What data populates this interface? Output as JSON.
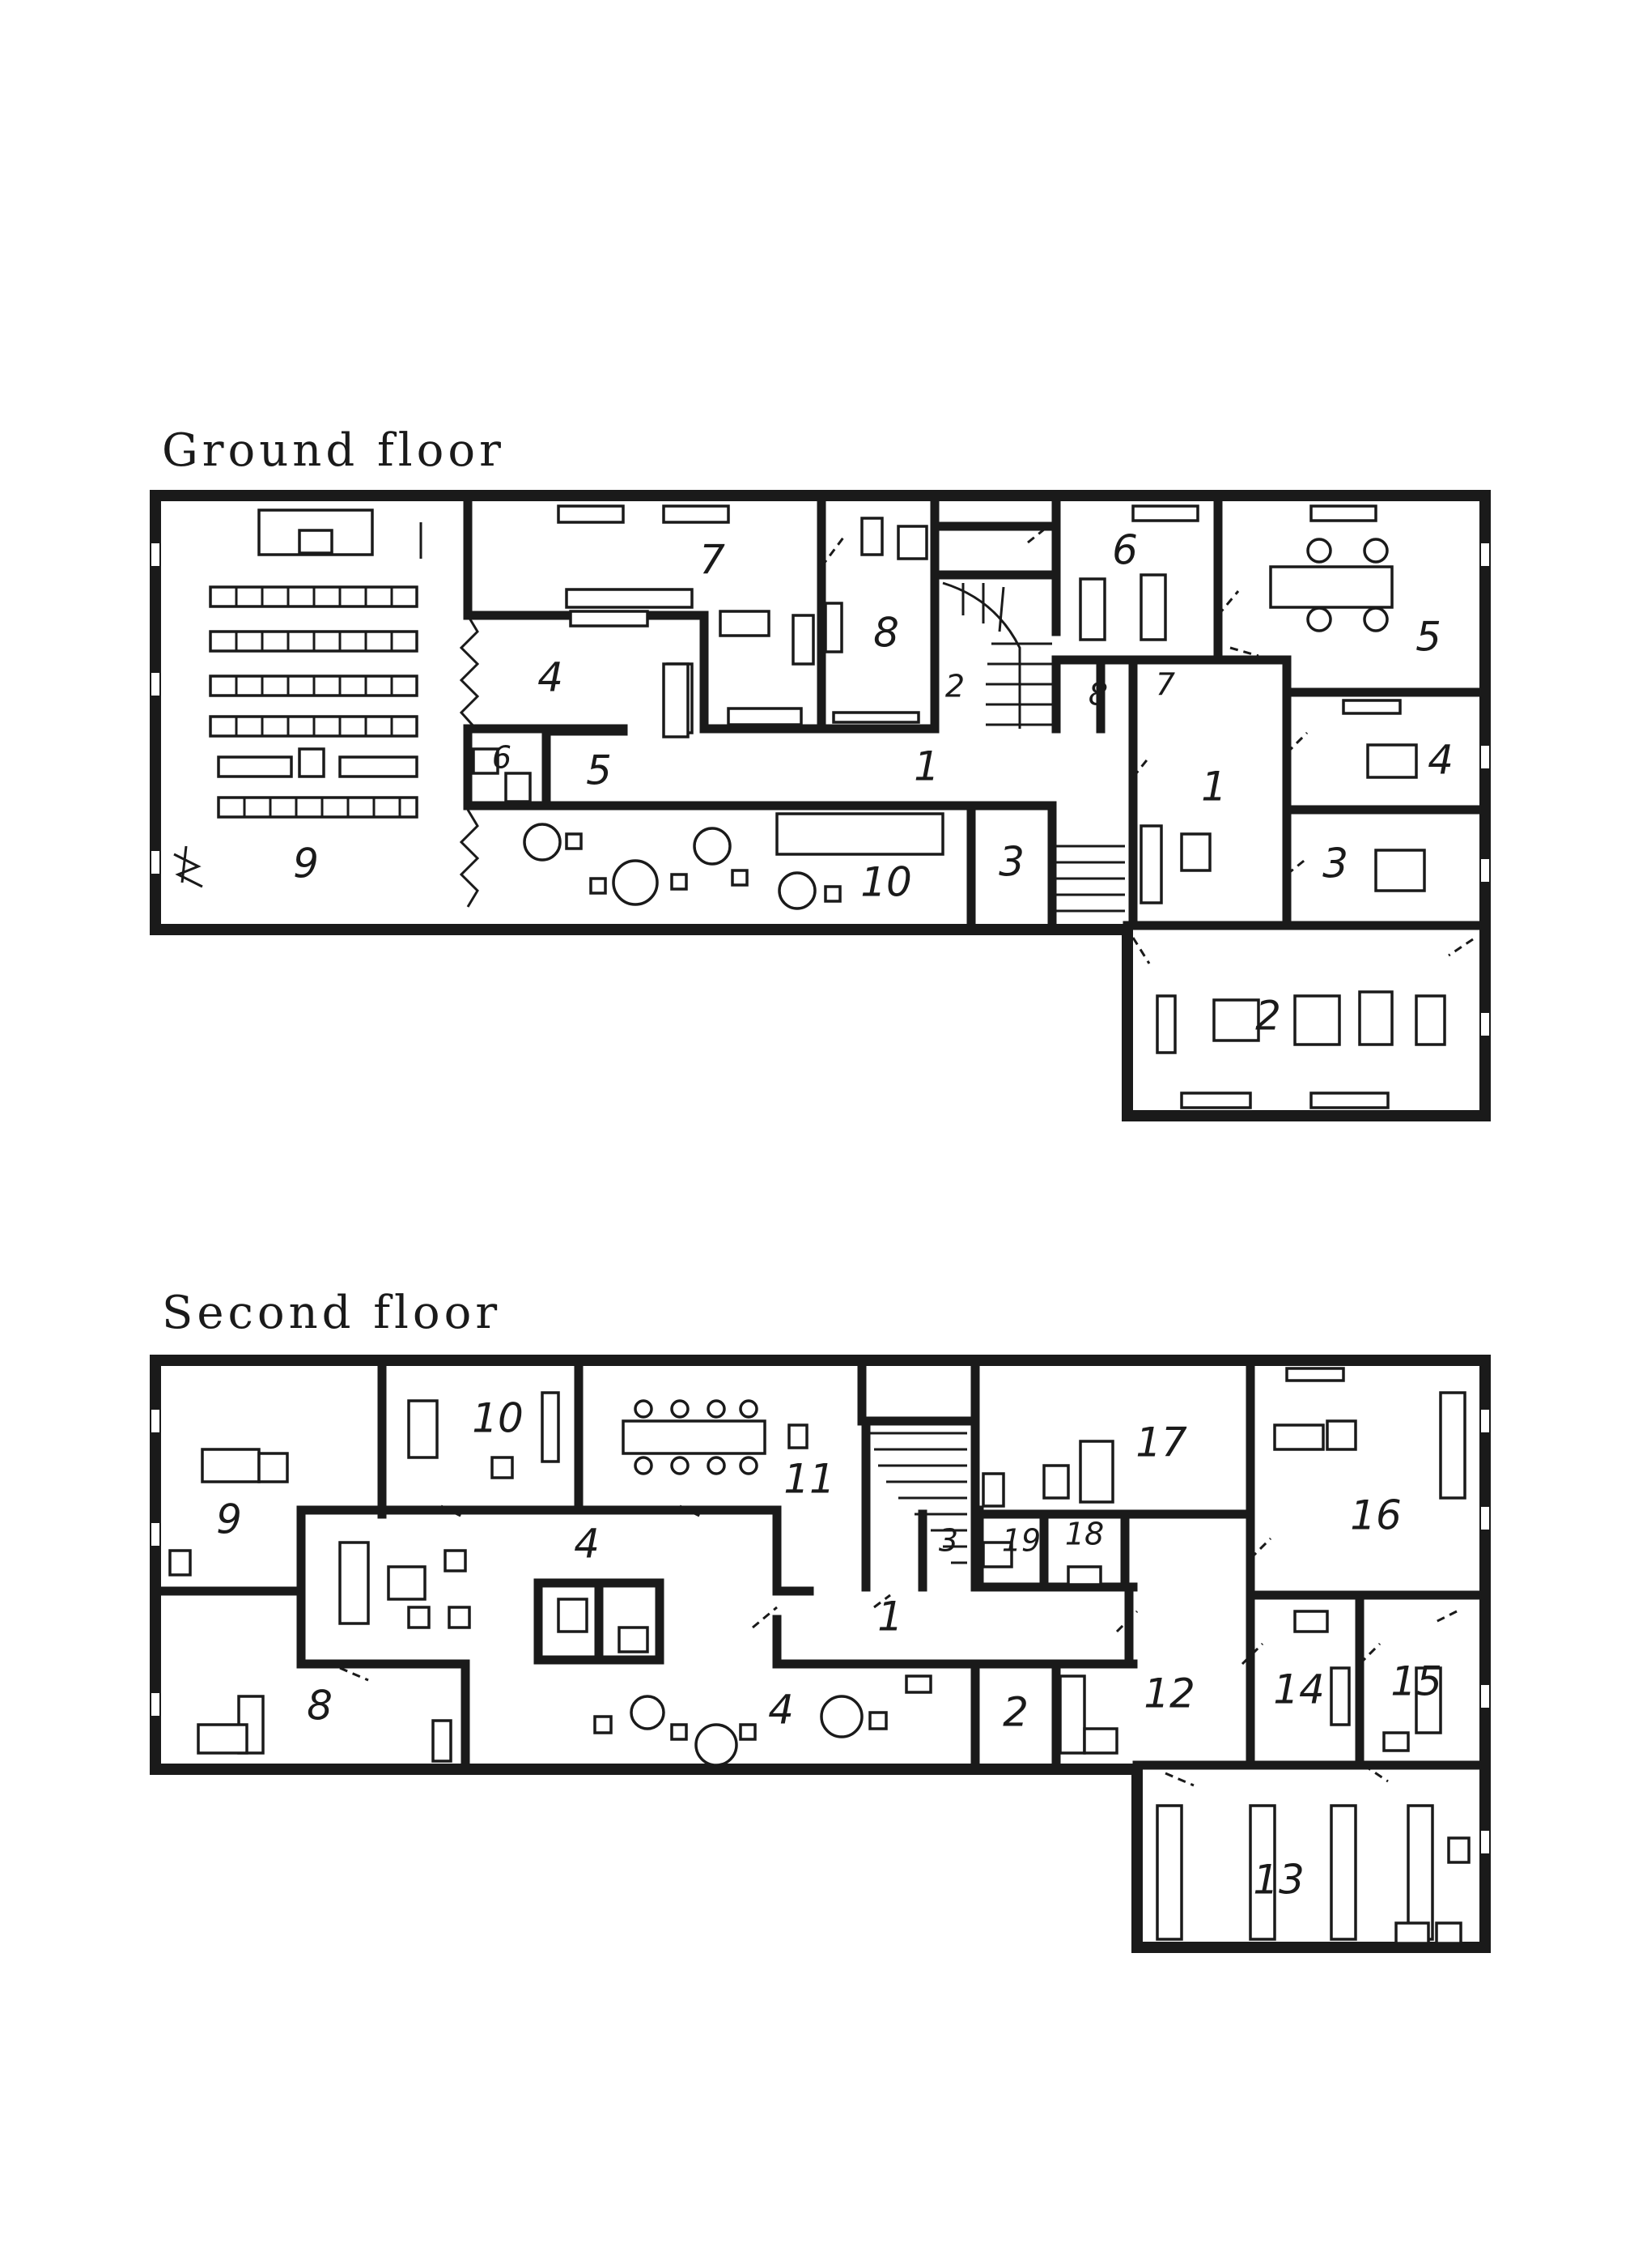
{
  "floors": [
    {
      "title": "Ground floor",
      "rooms": [
        {
          "label": "1",
          "id": "corridor"
        },
        {
          "label": "1",
          "id": "hall"
        },
        {
          "label": "2",
          "id": "stair-closet"
        },
        {
          "label": "2",
          "id": "office-large"
        },
        {
          "label": "3",
          "id": "storage"
        },
        {
          "label": "3",
          "id": "office-small"
        },
        {
          "label": "4",
          "id": "lobby"
        },
        {
          "label": "4",
          "id": "office-east"
        },
        {
          "label": "5",
          "id": "kitchenette"
        },
        {
          "label": "5",
          "id": "meeting-room"
        },
        {
          "label": "6",
          "id": "wc-west"
        },
        {
          "label": "6",
          "id": "office-north"
        },
        {
          "label": "7",
          "id": "library"
        },
        {
          "label": "7",
          "id": "wc-east"
        },
        {
          "label": "8",
          "id": "reading-room"
        },
        {
          "label": "8",
          "id": "wc-mid"
        },
        {
          "label": "9",
          "id": "auditorium"
        },
        {
          "label": "10",
          "id": "cafe"
        }
      ]
    },
    {
      "title": "Second floor",
      "rooms": [
        {
          "label": "1",
          "id": "corridor"
        },
        {
          "label": "2",
          "id": "storage"
        },
        {
          "label": "3",
          "id": "stair-closet"
        },
        {
          "label": "4",
          "id": "lounge-north"
        },
        {
          "label": "4",
          "id": "lounge-south"
        },
        {
          "label": "8",
          "id": "office-sw"
        },
        {
          "label": "9",
          "id": "office-nw"
        },
        {
          "label": "10",
          "id": "office-10"
        },
        {
          "label": "11",
          "id": "meeting-room"
        },
        {
          "label": "12",
          "id": "hall"
        },
        {
          "label": "13",
          "id": "archive"
        },
        {
          "label": "14",
          "id": "office-14"
        },
        {
          "label": "15",
          "id": "office-15"
        },
        {
          "label": "16",
          "id": "office-16"
        },
        {
          "label": "17",
          "id": "office-17"
        },
        {
          "label": "18",
          "id": "wc-18"
        },
        {
          "label": "19",
          "id": "wc-19"
        }
      ]
    }
  ]
}
